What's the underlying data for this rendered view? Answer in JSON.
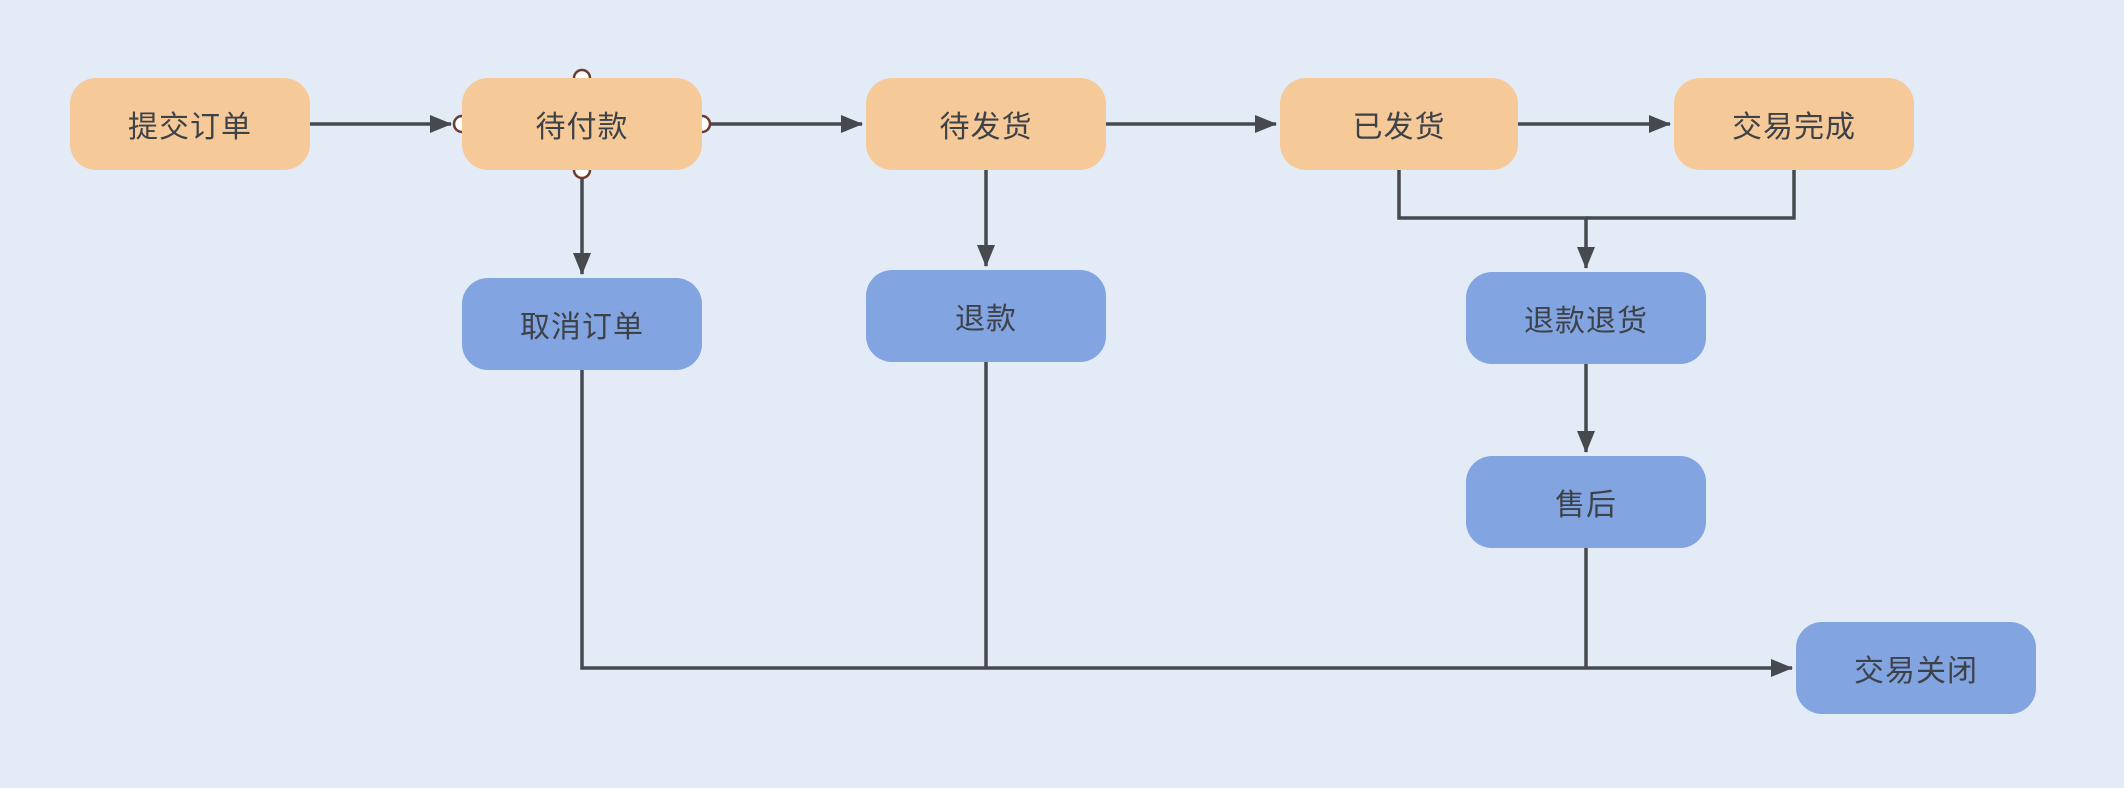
{
  "diagram": {
    "type": "flowchart",
    "nodes": [
      {
        "id": "submit-order",
        "label": "提交订单",
        "kind": "state",
        "fill": "#f6c998"
      },
      {
        "id": "pending-payment",
        "label": "待付款",
        "kind": "state",
        "fill": "#f6c998"
      },
      {
        "id": "pending-shipment",
        "label": "待发货",
        "kind": "state",
        "fill": "#f6c998"
      },
      {
        "id": "shipped",
        "label": "已发货",
        "kind": "state",
        "fill": "#f6c998"
      },
      {
        "id": "trade-complete",
        "label": "交易完成",
        "kind": "state",
        "fill": "#f6c998"
      },
      {
        "id": "cancel-order",
        "label": "取消订单",
        "kind": "action",
        "fill": "#82a4e0"
      },
      {
        "id": "refund",
        "label": "退款",
        "kind": "action",
        "fill": "#82a4e0"
      },
      {
        "id": "refund-return",
        "label": "退款退货",
        "kind": "action",
        "fill": "#82a4e0"
      },
      {
        "id": "after-sales",
        "label": "售后",
        "kind": "action",
        "fill": "#82a4e0"
      },
      {
        "id": "trade-closed",
        "label": "交易关闭",
        "kind": "action",
        "fill": "#82a4e0"
      }
    ],
    "edges": [
      {
        "from": "提交订单",
        "to": "待付款"
      },
      {
        "from": "待付款",
        "to": "待发货"
      },
      {
        "from": "待发货",
        "to": "已发货"
      },
      {
        "from": "已发货",
        "to": "交易完成"
      },
      {
        "from": "待付款",
        "to": "取消订单"
      },
      {
        "from": "待发货",
        "to": "退款"
      },
      {
        "from": "已发货",
        "to": "退款退货"
      },
      {
        "from": "交易完成",
        "to": "退款退货"
      },
      {
        "from": "退款退货",
        "to": "售后"
      },
      {
        "from": "取消订单",
        "to": "交易关闭"
      },
      {
        "from": "退款",
        "to": "交易关闭"
      },
      {
        "from": "售后",
        "to": "交易关闭"
      }
    ],
    "colors": {
      "background": "#e3ebf7",
      "state_fill": "#f6c998",
      "action_fill": "#82a4e0",
      "edge_stroke": "#46494e",
      "text": "#3d4249",
      "handle_fill": "#ffffff",
      "handle_stroke": "#6e3b34"
    }
  }
}
